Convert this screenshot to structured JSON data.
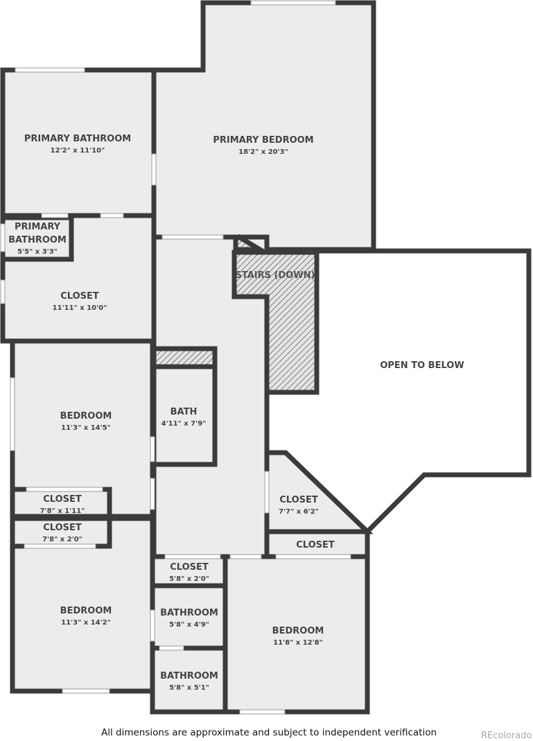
{
  "rooms": {
    "primary_bathroom": {
      "name": "PRIMARY BATHROOM",
      "dim": "12'2\" x 11'10\""
    },
    "primary_bedroom": {
      "name": "PRIMARY BEDROOM",
      "dim": "18'2\" x 20'3\""
    },
    "primary_bathroom_small": {
      "name1": "PRIMARY",
      "name2": "BATHROOM",
      "dim": "5'5\" x 3'3\""
    },
    "closet_primary": {
      "name": "CLOSET",
      "dim": "11'11\" x 10'0\""
    },
    "stairs": {
      "name": "STAIRS (DOWN)"
    },
    "open_to_below": {
      "name": "OPEN TO BELOW"
    },
    "bedroom_1": {
      "name": "BEDROOM",
      "dim": "11'3\" x 14'5\""
    },
    "bath": {
      "name": "BATH",
      "dim": "4'11\" x 7'9\""
    },
    "closet_1": {
      "name": "CLOSET",
      "dim": "7'8\" x 1'11\""
    },
    "closet_2": {
      "name": "CLOSET",
      "dim": "7'8\" x 2'0\""
    },
    "closet_3": {
      "name": "CLOSET",
      "dim": "7'7\" x 6'2\""
    },
    "closet_4": {
      "name": "CLOSET"
    },
    "closet_5": {
      "name": "CLOSET",
      "dim": "5'8\" x 2'0\""
    },
    "bedroom_2": {
      "name": "BEDROOM",
      "dim": "11'3\" x 14'2\""
    },
    "bathroom_1": {
      "name": "BATHROOM",
      "dim": "5'8\" x 4'9\""
    },
    "bathroom_2": {
      "name": "BATHROOM",
      "dim": "5'8\" x 5'1\""
    },
    "bedroom_3": {
      "name": "BEDROOM",
      "dim": "11'8\" x 12'8\""
    }
  },
  "footer": {
    "disclaimer": "All dimensions are approximate and subject to independent verification",
    "brand": "REcolorado"
  }
}
